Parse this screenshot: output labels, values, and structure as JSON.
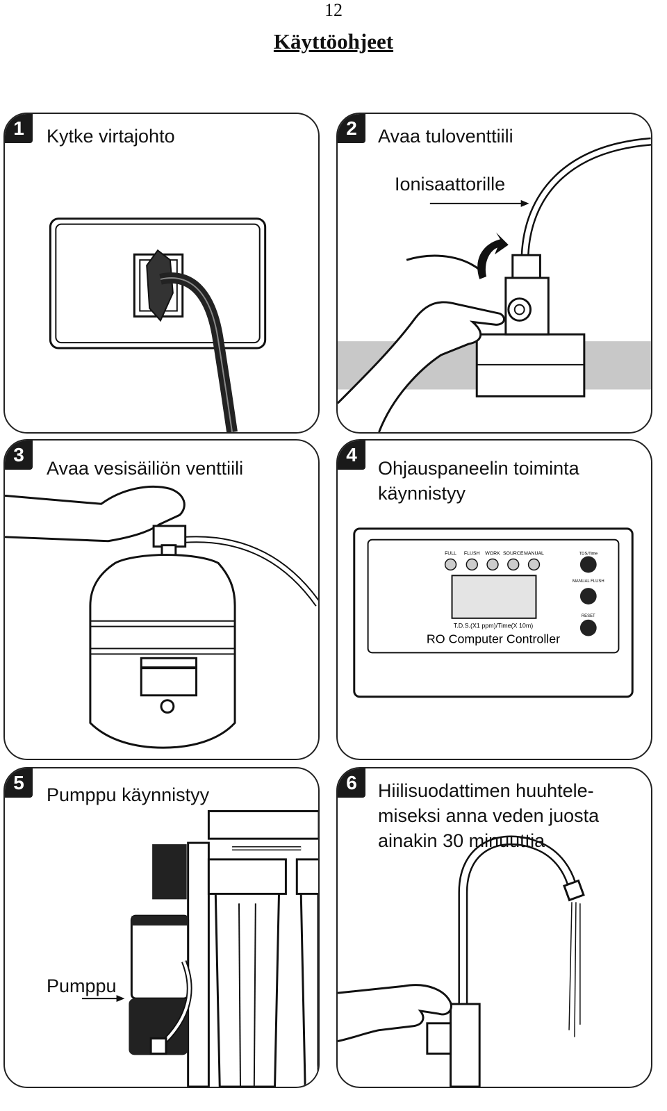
{
  "page": {
    "number": "12",
    "title": "Käyttöohjeet"
  },
  "panels": [
    {
      "step": "1",
      "caption": "Kytke virtajohto"
    },
    {
      "step": "2",
      "caption": "Avaa tuloventtiili",
      "label": "Ionisaattorille"
    },
    {
      "step": "3",
      "caption": "Avaa vesisäiliön venttiili"
    },
    {
      "step": "4",
      "caption_line1": "Ohjauspaneelin toiminta",
      "caption_line2": "käynnistyy",
      "controller": {
        "indicators": [
          "FULL",
          "FLUSH",
          "WORK",
          "SOURCE",
          "MANUAL"
        ],
        "buttons": [
          "TDS/Time",
          "MANUAL FLUSH",
          "RESET"
        ],
        "display_caption": "T.D.S.(X1 ppm)/Time(X 10m)",
        "brand": "RO Computer Controller"
      }
    },
    {
      "step": "5",
      "caption": "Pumppu käynnistyy",
      "label": "Pumppu"
    },
    {
      "step": "6",
      "caption_line1": "Hiilisuodattimen huuhtele-",
      "caption_line2": "miseksi anna veden juosta",
      "caption_line3": "ainakin 30 minuuttia"
    }
  ],
  "colors": {
    "ink": "#111111",
    "badge": "#1a1a1a",
    "counter": "#c8c8c8",
    "lcd": "#e4e4e4"
  }
}
